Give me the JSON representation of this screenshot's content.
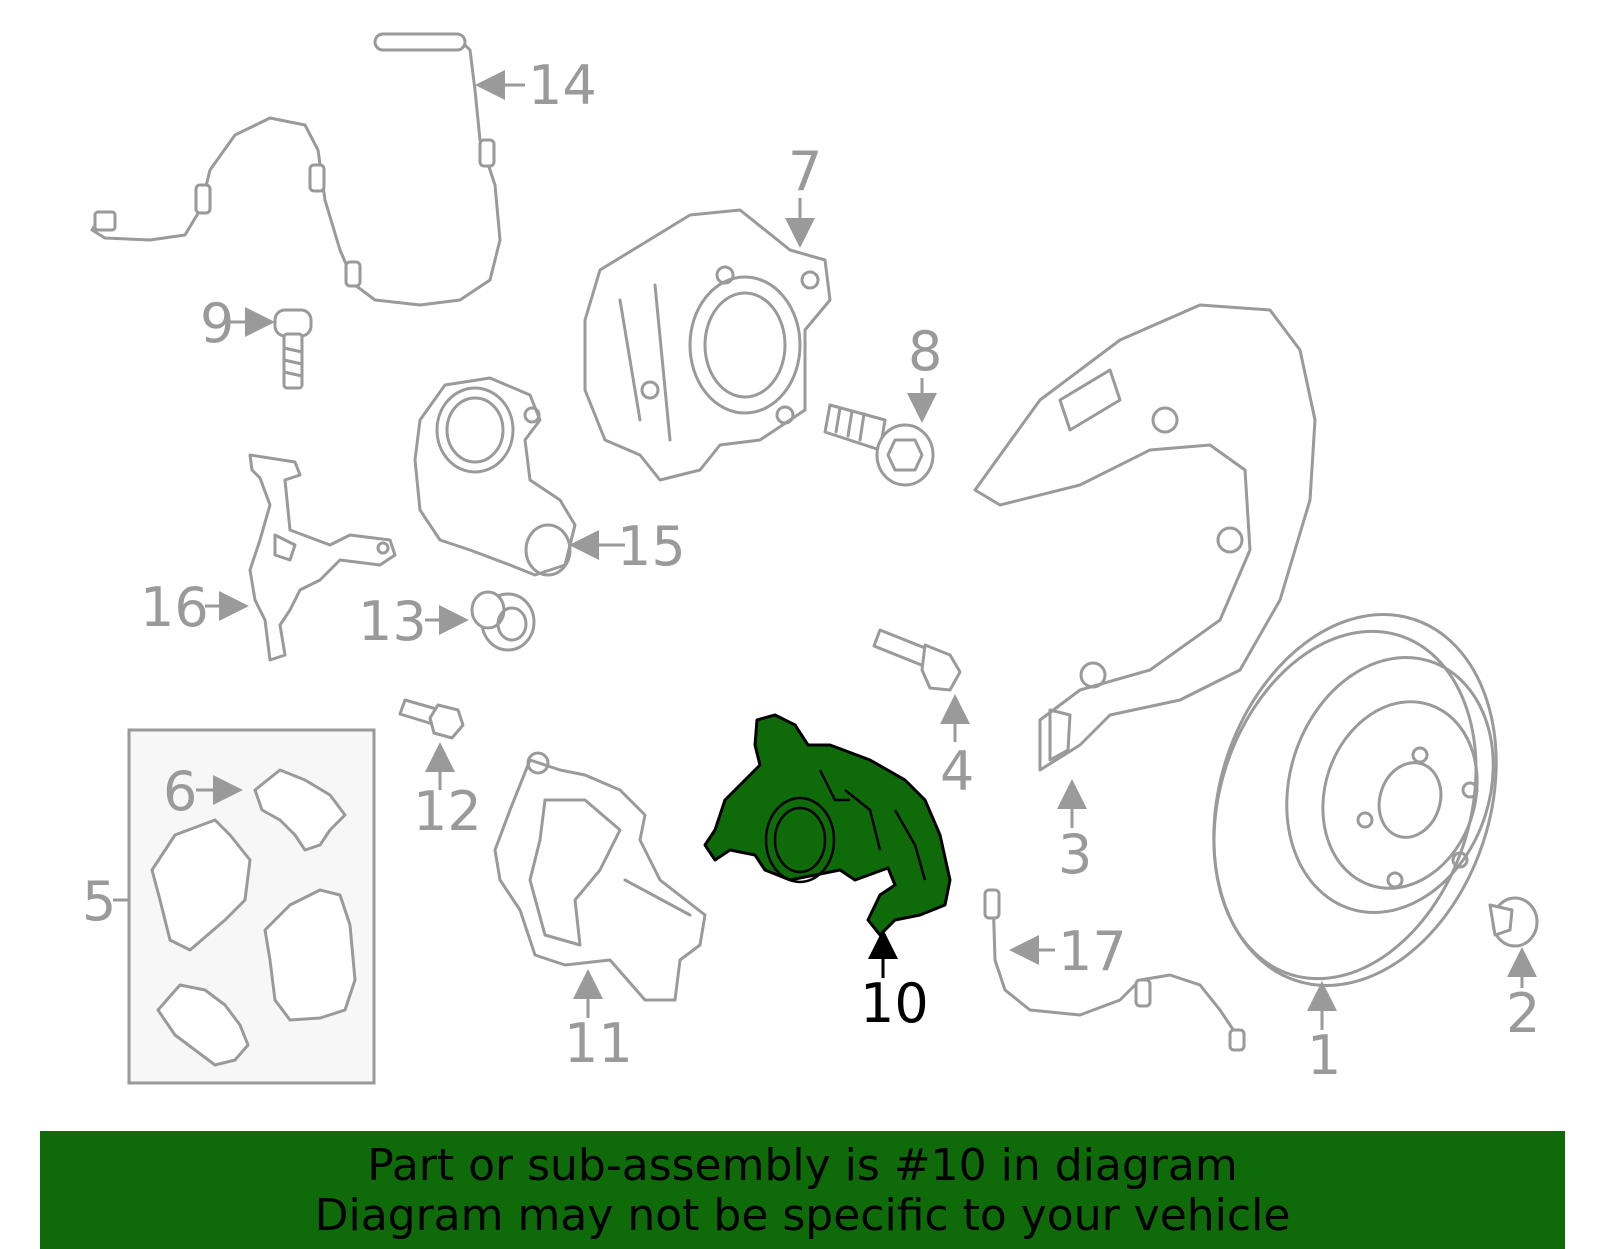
{
  "callouts": {
    "c1": "1",
    "c2": "2",
    "c3": "3",
    "c4": "4",
    "c5": "5",
    "c6": "6",
    "c7": "7",
    "c8": "8",
    "c9": "9",
    "c10": "10",
    "c11": "11",
    "c12": "12",
    "c13": "13",
    "c14": "14",
    "c15": "15",
    "c16": "16",
    "c17": "17"
  },
  "highlighted_part": "10",
  "colors": {
    "highlight": "#0f6b0a",
    "line": "#9a9a9a",
    "banner": "#0f6b0a"
  },
  "banner": {
    "line1": "Part or sub-assembly is #10 in diagram",
    "line2": "Diagram may not be specific to your vehicle"
  }
}
